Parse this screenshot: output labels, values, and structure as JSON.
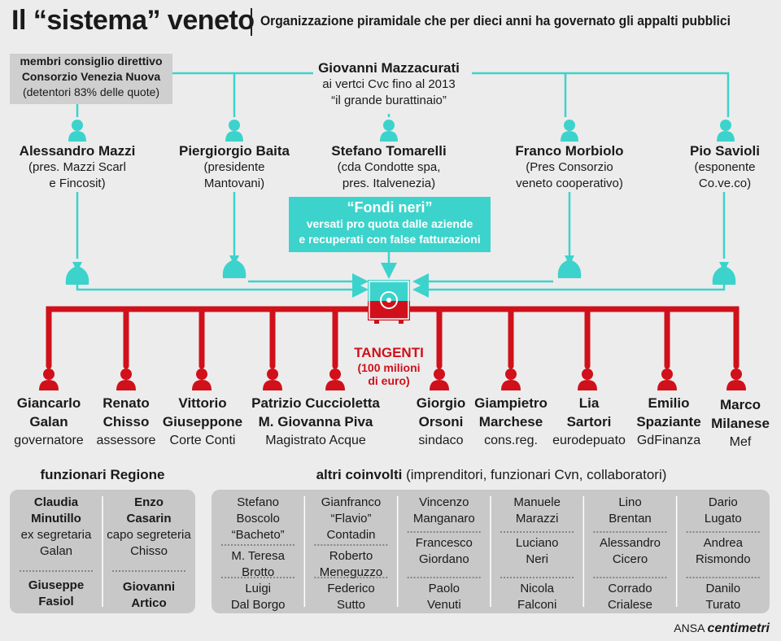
{
  "header": {
    "title": "Il “sistema” veneto",
    "subtitle": "Organizzazione piramidale che per dieci anni ha governato gli appalti pubblici"
  },
  "council_box": {
    "line1": "membri consiglio direttivo",
    "line2": "Consorzio Venezia Nuova",
    "line3": "(detentori 83% delle quote)"
  },
  "top_person": {
    "name": "Giovanni Mazzacurati",
    "desc1": "ai vertci Cvc fino al 2013",
    "desc2": "“il grande burattinaio”"
  },
  "members": [
    {
      "name": "Alessandro Mazzi",
      "desc1": "(pres. Mazzi Scarl",
      "desc2": "e Fincosit)"
    },
    {
      "name": "Piergiorgio Baita",
      "desc1": "(presidente",
      "desc2": "Mantovani)"
    },
    {
      "name": "Stefano Tomarelli",
      "desc1": "(cda Condotte spa,",
      "desc2": "pres. Italvenezia)"
    },
    {
      "name": "Franco Morbiolo",
      "desc1": "(Pres Consorzio",
      "desc2": "veneto cooperativo)"
    },
    {
      "name": "Pio Savioli",
      "desc1": "(esponente",
      "desc2": "Co.ve.co)"
    }
  ],
  "fondi": {
    "title": "“Fondi neri”",
    "line1": "versati pro quota dalle aziende",
    "line2": "e recuperati con false fatturazioni"
  },
  "tangenti": {
    "title": "TANGENTI",
    "line1": "(100 milioni",
    "line2": "di euro)"
  },
  "recipients": [
    {
      "name1": "Giancarlo",
      "name2": "Galan",
      "role": "governatore"
    },
    {
      "name1": "Renato",
      "name2": "Chisso",
      "role": "assessore"
    },
    {
      "name1": "Vittorio",
      "name2": "Giuseppone",
      "role": "Corte Conti"
    },
    {
      "name1": "Patrizio Cuccioletta",
      "name2": "M. Giovanna Piva",
      "role": "Magistrato Acque"
    },
    {
      "name1": "Giorgio",
      "name2": "Orsoni",
      "role": "sindaco"
    },
    {
      "name1": "Giampietro",
      "name2": "Marchese",
      "role": "cons.reg."
    },
    {
      "name1": "Lia",
      "name2": "Sartori",
      "role": "eurodepuato"
    },
    {
      "name1": "Emilio",
      "name2": "Spaziante",
      "role": "GdFinanza"
    },
    {
      "name1": "Marco",
      "name2": "Milanese",
      "role": "Mef"
    }
  ],
  "regione": {
    "title": "funzionari Regione",
    "p1": {
      "n1": "Claudia",
      "n2": "Minutillo",
      "d1": "ex segretaria",
      "d2": "Galan"
    },
    "p2": {
      "n1": "Enzo",
      "n2": "Casarin",
      "d1": "capo segreteria",
      "d2": "Chisso"
    },
    "p3": {
      "n1": "Giuseppe",
      "n2": "Fasiol"
    },
    "p4": {
      "n1": "Giovanni",
      "n2": "Artico"
    }
  },
  "altri": {
    "title": "altri coinvolti",
    "title_rest": "(imprenditori, funzionari Cvn, collaboratori)",
    "columns": [
      [
        "Stefano|Boscolo|“Bacheto”",
        "M. Teresa|Brotto",
        "Luigi|Dal Borgo"
      ],
      [
        "Gianfranco|“Flavio”|Contadin",
        "Roberto|Meneguzzo",
        "Federico|Sutto"
      ],
      [
        "Vincenzo|Manganaro",
        "Francesco|Giordano",
        "Paolo|Venuti"
      ],
      [
        "Manuele|Marazzi",
        "Luciano|Neri",
        "Nicola|Falconi"
      ],
      [
        "Lino|Brentan",
        "Alessandro|Cicero",
        "Corrado|Crialese"
      ],
      [
        "Dario|Lugato",
        "Andrea|Rismondo",
        "Danilo|Turato"
      ]
    ]
  },
  "credit": {
    "ansa": "ANSA",
    "brand": "centimetri"
  },
  "colors": {
    "cyan": "#3cd3cc",
    "red": "#d0101a",
    "gray": "#c8c8c8"
  }
}
